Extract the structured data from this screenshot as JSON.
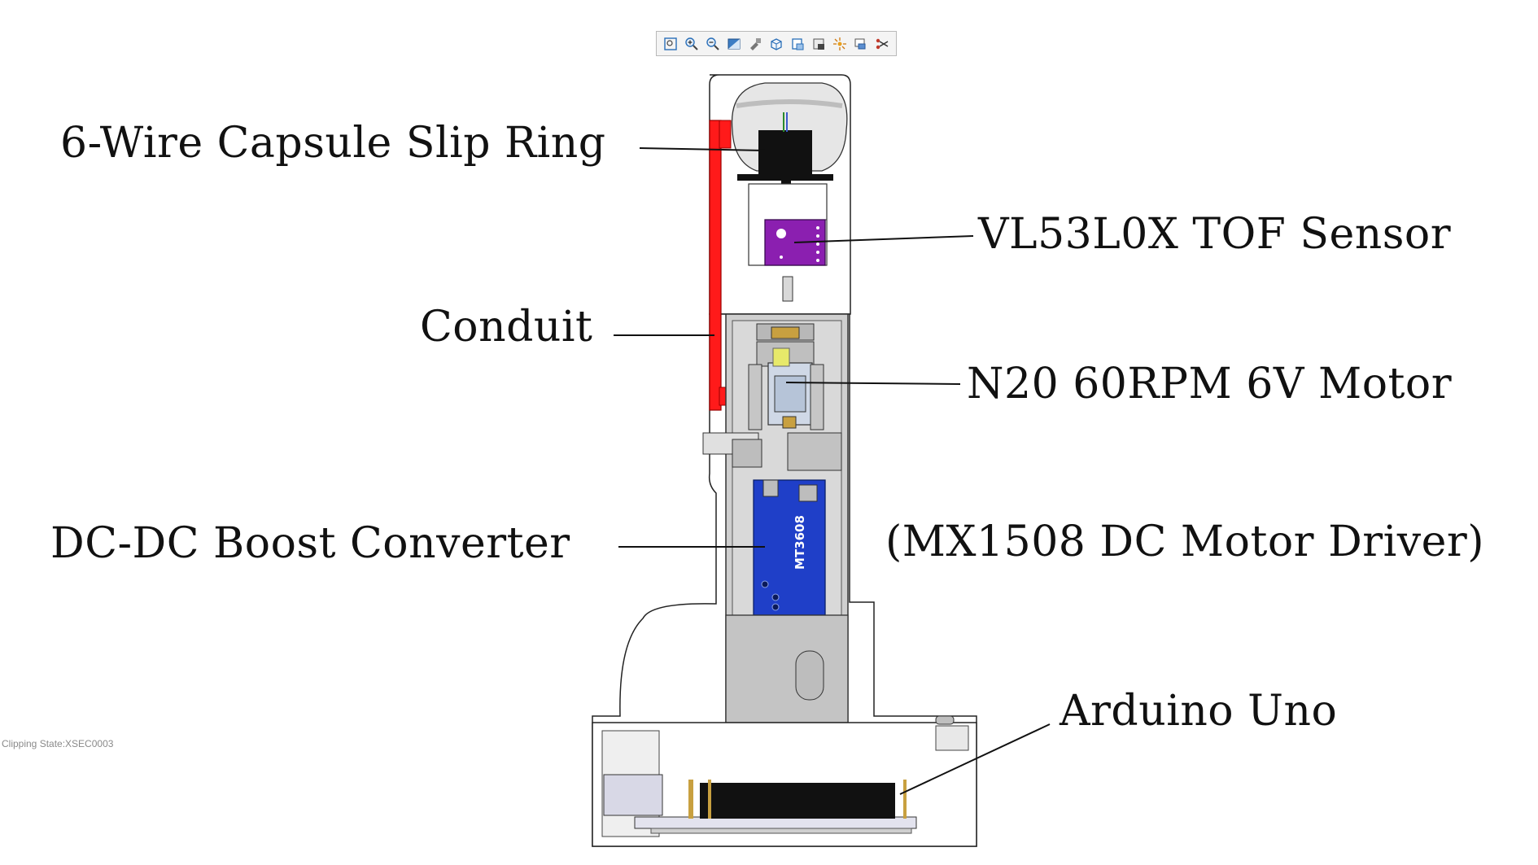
{
  "toolbar": {
    "icons": [
      "zoom-to-fit-icon",
      "zoom-in-icon",
      "zoom-out-icon",
      "zoom-area-icon",
      "rotate-icon",
      "view-orientation-icon",
      "display-style-icon",
      "hide-show-icon",
      "edit-appearance-icon",
      "apply-scene-icon",
      "view-settings-icon",
      "section-view-icon"
    ]
  },
  "labels": {
    "slip_ring": "6-Wire Capsule Slip Ring",
    "tof_sensor": "VL53L0X TOF Sensor",
    "conduit": "Conduit",
    "motor": "N20 60RPM 6V Motor",
    "boost_converter": "DC-DC Boost Converter",
    "motor_driver": "(MX1508 DC Motor Driver)",
    "arduino": "Arduino Uno"
  },
  "model": {
    "board_text": "MT3608"
  },
  "status": {
    "clipping_state": "Clipping State:XSEC0003"
  },
  "colors": {
    "conduit": "#ff1a1a",
    "sensor": "#8b1fb0",
    "boost_board": "#1f3fc8",
    "gray_body": "#c8c8c8"
  }
}
